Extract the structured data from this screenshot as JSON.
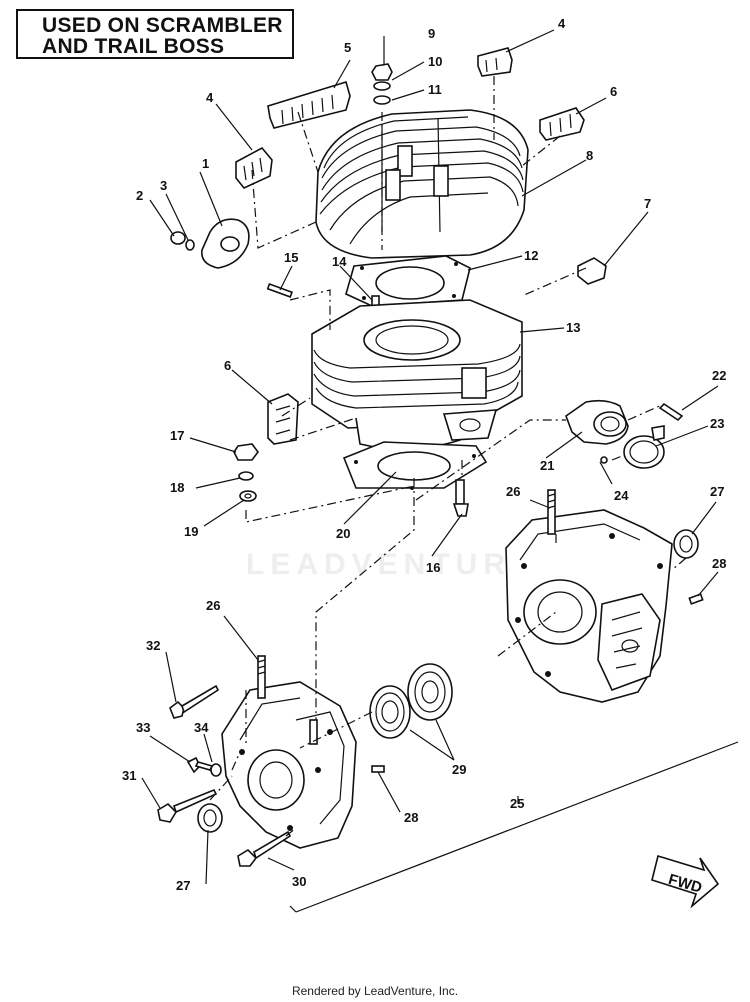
{
  "title": {
    "line1": "USED ON SCRAMBLER",
    "line2": "AND TRAIL BOSS"
  },
  "watermark": "LEADVENTURE",
  "footer": "Rendered by LeadVenture, Inc.",
  "direction_label": "FWD",
  "callouts": [
    "1",
    "2",
    "3",
    "4",
    "4",
    "5",
    "6",
    "6",
    "7",
    "8",
    "9",
    "10",
    "11",
    "12",
    "13",
    "14",
    "15",
    "16",
    "17",
    "18",
    "19",
    "20",
    "21",
    "22",
    "23",
    "24",
    "25",
    "26",
    "26",
    "27",
    "27",
    "28",
    "28",
    "29",
    "30",
    "31",
    "32",
    "33",
    "34"
  ]
}
